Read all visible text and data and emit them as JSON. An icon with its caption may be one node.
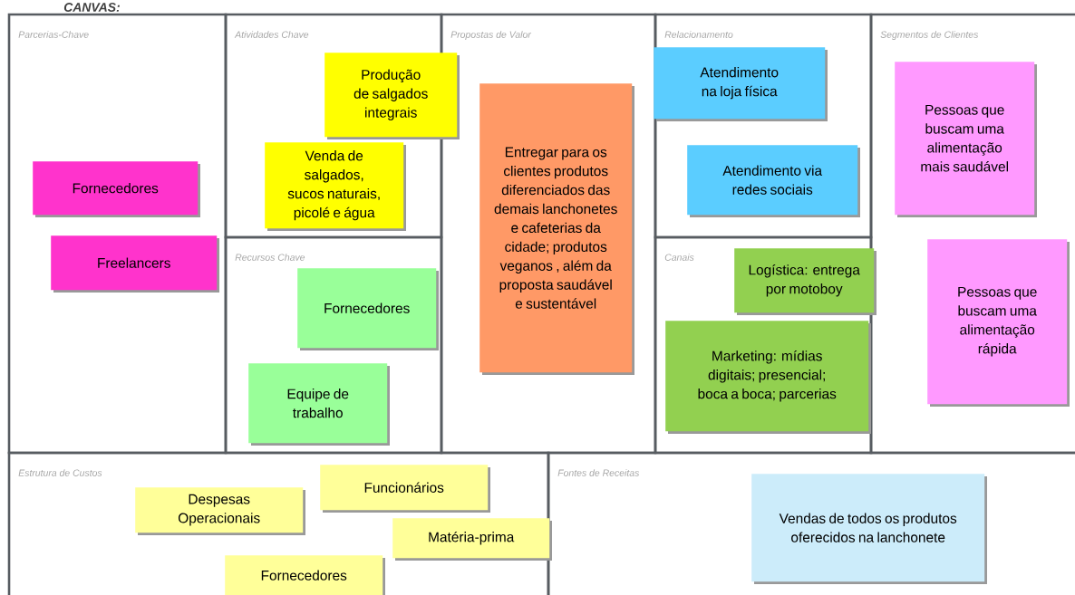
{
  "diagram": {
    "title": "CANVAS:",
    "nodes": [
      {
        "text": [
          "Parcerias-Chave"
        ]
      },
      {
        "text": [
          "Fornecedores"
        ],
        "in": 0
      },
      {
        "text": [
          "Freelancers"
        ],
        "in": 0
      },
      {
        "text": [
          "Atividades Chave"
        ]
      },
      {
        "text": [
          "Produção de salgados integrais"
        ]
      },
      {
        "text": [
          "Venda de salgados, sucos naturais, picolé e água"
        ],
        "in": 3
      },
      {
        "text": [
          "Recursos Chave"
        ]
      },
      {
        "text": [
          "Fornecedores"
        ],
        "in": 6
      },
      {
        "text": [
          "Equipe de trabalho"
        ],
        "in": 6
      },
      {
        "text": [
          "Propostas de Valor"
        ]
      },
      {
        "text": [
          "Entregar para os clientes produtos diferenciados das demais lanchonetes e cafeterias da cidade; produtos veganos , além da proposta saudável e sustentável"
        ],
        "in": 9
      },
      {
        "text": [
          "Relacionamento"
        ]
      },
      {
        "text": [
          "Atendimento na loja física"
        ],
        "in": 11
      },
      {
        "text": [
          "Atendimento via redes sociais"
        ],
        "in": 11
      },
      {
        "text": [
          "Canais"
        ]
      },
      {
        "text": [
          "Logística: entrega por motoboy"
        ],
        "in": 14
      },
      {
        "text": [
          "Marketing: mídias digitais; presencial; boca a boca; parcerias"
        ],
        "in": 14
      },
      {
        "text": [
          "Segmentos de Clientes"
        ]
      },
      {
        "text": [
          "Pessoas que buscam uma alimentação mais saudável"
        ],
        "in": 17
      },
      {
        "text": [
          "Pessoas que buscam uma alimentação rápida"
        ],
        "in": 17
      },
      {
        "text": [
          "Estrutura de Custos"
        ]
      },
      {
        "text": [
          "Despesas Operacionais"
        ],
        "in": 20
      },
      {
        "text": [
          "Funcionários"
        ],
        "in": 20
      },
      {
        "text": [
          "Matéria-prima"
        ],
        "in": 20
      },
      {
        "text": [
          "Fornecedores"
        ],
        "in": 20
      },
      {
        "text": [
          "Fontes de Receitas"
        ]
      },
      {
        "text": [
          "Vendas de todos os produtos oferecidos na lanchonete"
        ],
        "in": 25
      }
    ]
  }
}
